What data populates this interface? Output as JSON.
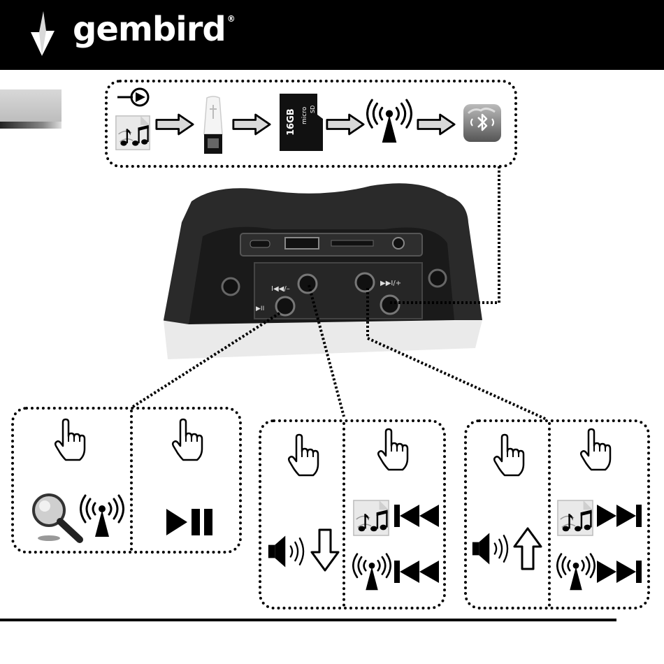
{
  "header": {
    "brand": "gembird",
    "trademark": "®",
    "background_color": "#000000",
    "text_color": "#ffffff"
  },
  "device_labels": {
    "prev_volume_down": "I◀◀/–",
    "next_volume_up": "▶▶I/+",
    "play_pause": "▶II"
  },
  "source_chain": {
    "sd_card_capacity": "16GB",
    "icons": [
      "input-icon",
      "music-file-icon",
      "usb-flash-drive-icon",
      "micro-sd-card-icon",
      "radio-broadcast-icon",
      "bluetooth-icon"
    ]
  },
  "panels": [
    {
      "id": "mode-button",
      "icons": [
        "tap-hand-icon",
        "search-icon",
        "radio-broadcast-icon"
      ]
    },
    {
      "id": "play-pause-button",
      "icons": [
        "tap-hand-icon",
        "play-pause-icon"
      ]
    },
    {
      "id": "prev-button",
      "icons": [
        "tap-hand-icon",
        "volume-down-icon",
        "previous-track-icon"
      ]
    },
    {
      "id": "next-button",
      "icons": [
        "tap-hand-icon",
        "volume-up-icon",
        "next-track-icon"
      ]
    }
  ]
}
